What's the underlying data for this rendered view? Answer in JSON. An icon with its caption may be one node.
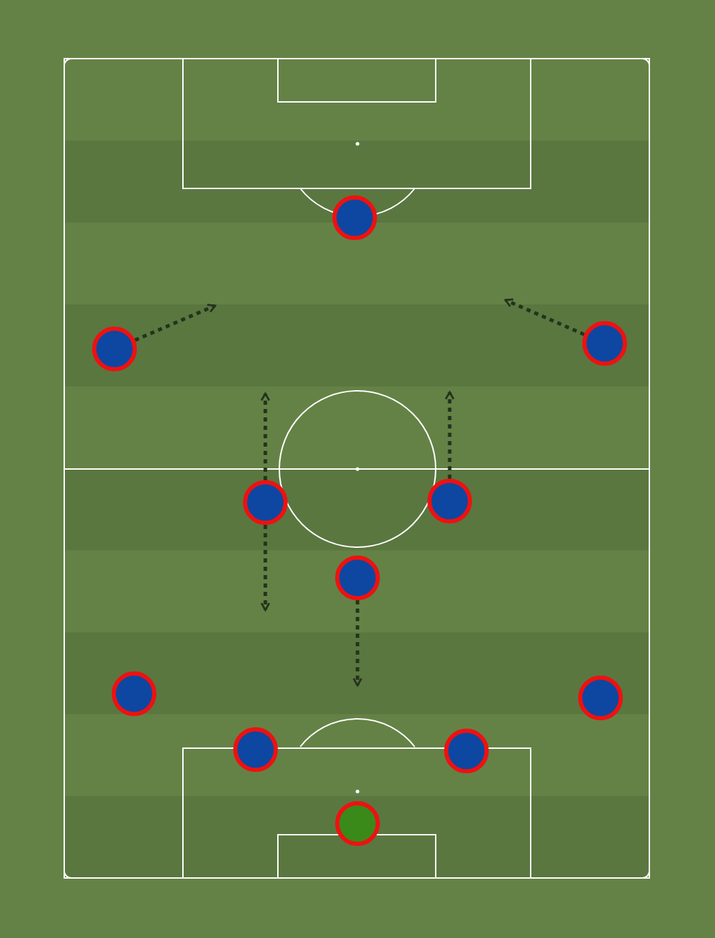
{
  "diagram": {
    "nodes": [
      {
        "text": [],
        "shape": "circle"
      },
      {
        "text": [],
        "shape": "circle"
      },
      {
        "text": [],
        "shape": "circle"
      },
      {
        "text": [],
        "shape": "circle"
      },
      {
        "text": [],
        "shape": "circle"
      },
      {
        "text": [],
        "shape": "circle"
      },
      {
        "text": [],
        "shape": "circle"
      },
      {
        "text": [],
        "shape": "circle"
      },
      {
        "text": [],
        "shape": "circle"
      },
      {
        "text": [],
        "shape": "circle"
      },
      {
        "text": [],
        "shape": "circle"
      }
    ],
    "edges": [
      {
        "from": 1,
        "to": null,
        "arrow": "to",
        "style": "dashed"
      },
      {
        "from": 2,
        "to": null,
        "arrow": "to",
        "style": "dashed"
      },
      {
        "from": 3,
        "to": null,
        "arrow": "to",
        "style": "dashed"
      },
      {
        "from": 3,
        "to": null,
        "arrow": "to",
        "style": "dashed"
      },
      {
        "from": 4,
        "to": null,
        "arrow": "to",
        "style": "dashed"
      },
      {
        "from": 5,
        "to": null,
        "arrow": "to",
        "style": "dashed"
      }
    ]
  }
}
